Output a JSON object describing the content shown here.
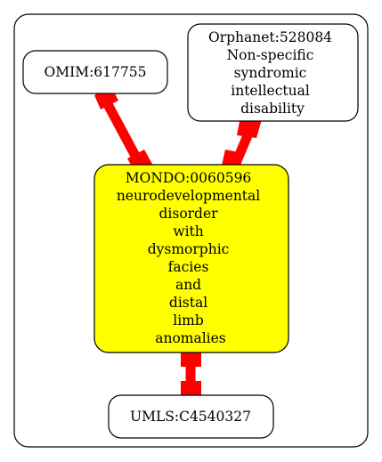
{
  "colors": {
    "background": "#ffffff",
    "cluster_border": "#000000",
    "node_fill": "#ffffff",
    "focus_node_fill": "#ffff00",
    "node_border": "#000000",
    "edge": "#ff0000"
  },
  "nodes": {
    "omim": {
      "lines": [
        "OMIM:617755"
      ]
    },
    "orphanet": {
      "lines": [
        "Orphanet:528084",
        "Non-specific",
        "syndromic",
        "intellectual",
        "disability"
      ]
    },
    "mondo": {
      "lines": [
        "MONDO:0060596",
        "neurodevelopmental",
        "disorder",
        "with",
        "dysmorphic",
        "facies",
        "and",
        "distal",
        "limb",
        "anomalies"
      ]
    },
    "umls": {
      "lines": [
        "UMLS:C4540327"
      ]
    }
  },
  "edges": [
    {
      "from": "omim",
      "to": "mondo"
    },
    {
      "from": "orphanet",
      "to": "mondo"
    },
    {
      "from": "mondo",
      "to": "umls"
    }
  ]
}
